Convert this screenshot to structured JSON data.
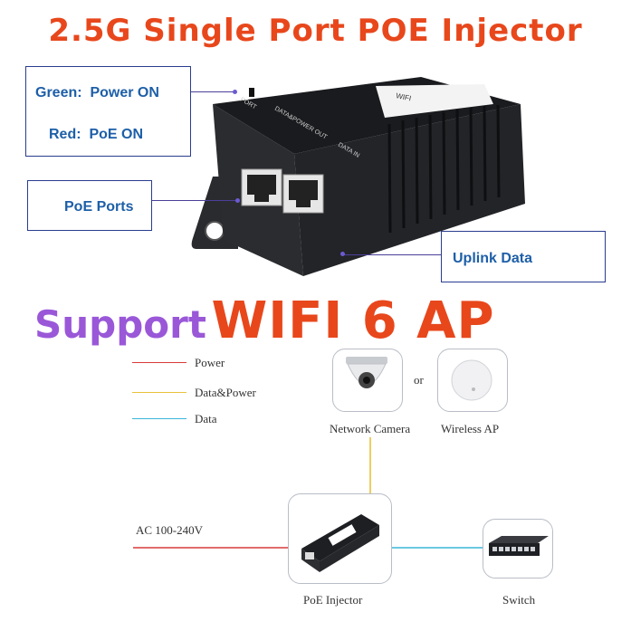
{
  "title": {
    "text": "2.5G Single Port POE Injector",
    "color": "#e8471c"
  },
  "callouts": {
    "green": {
      "label": "Green:",
      "value": "Power ON"
    },
    "red": {
      "label": "Red:",
      "value": "PoE ON"
    },
    "poe_ports": "PoE Ports",
    "uplink": "Uplink Data"
  },
  "device_labels": {
    "port": "PORT",
    "data_power_out": "DATA&POWER OUT",
    "data_in": "DATA IN",
    "brand": "WIFI"
  },
  "banner": {
    "support": "Support",
    "support_color": "#9a58d8",
    "wifi": "WIFI 6 AP",
    "wifi_color": "#e8471c"
  },
  "legend": [
    {
      "label": "Power",
      "color": "#d83a3a"
    },
    {
      "label": "Data&Power",
      "color": "#e8c23a"
    },
    {
      "label": "Data",
      "color": "#3ab5d8"
    }
  ],
  "diagram": {
    "or": "or",
    "camera": "Network Camera",
    "ap": "Wireless AP",
    "ac": "AC 100-240V",
    "injector": "PoE Injector",
    "switch": "Switch"
  }
}
